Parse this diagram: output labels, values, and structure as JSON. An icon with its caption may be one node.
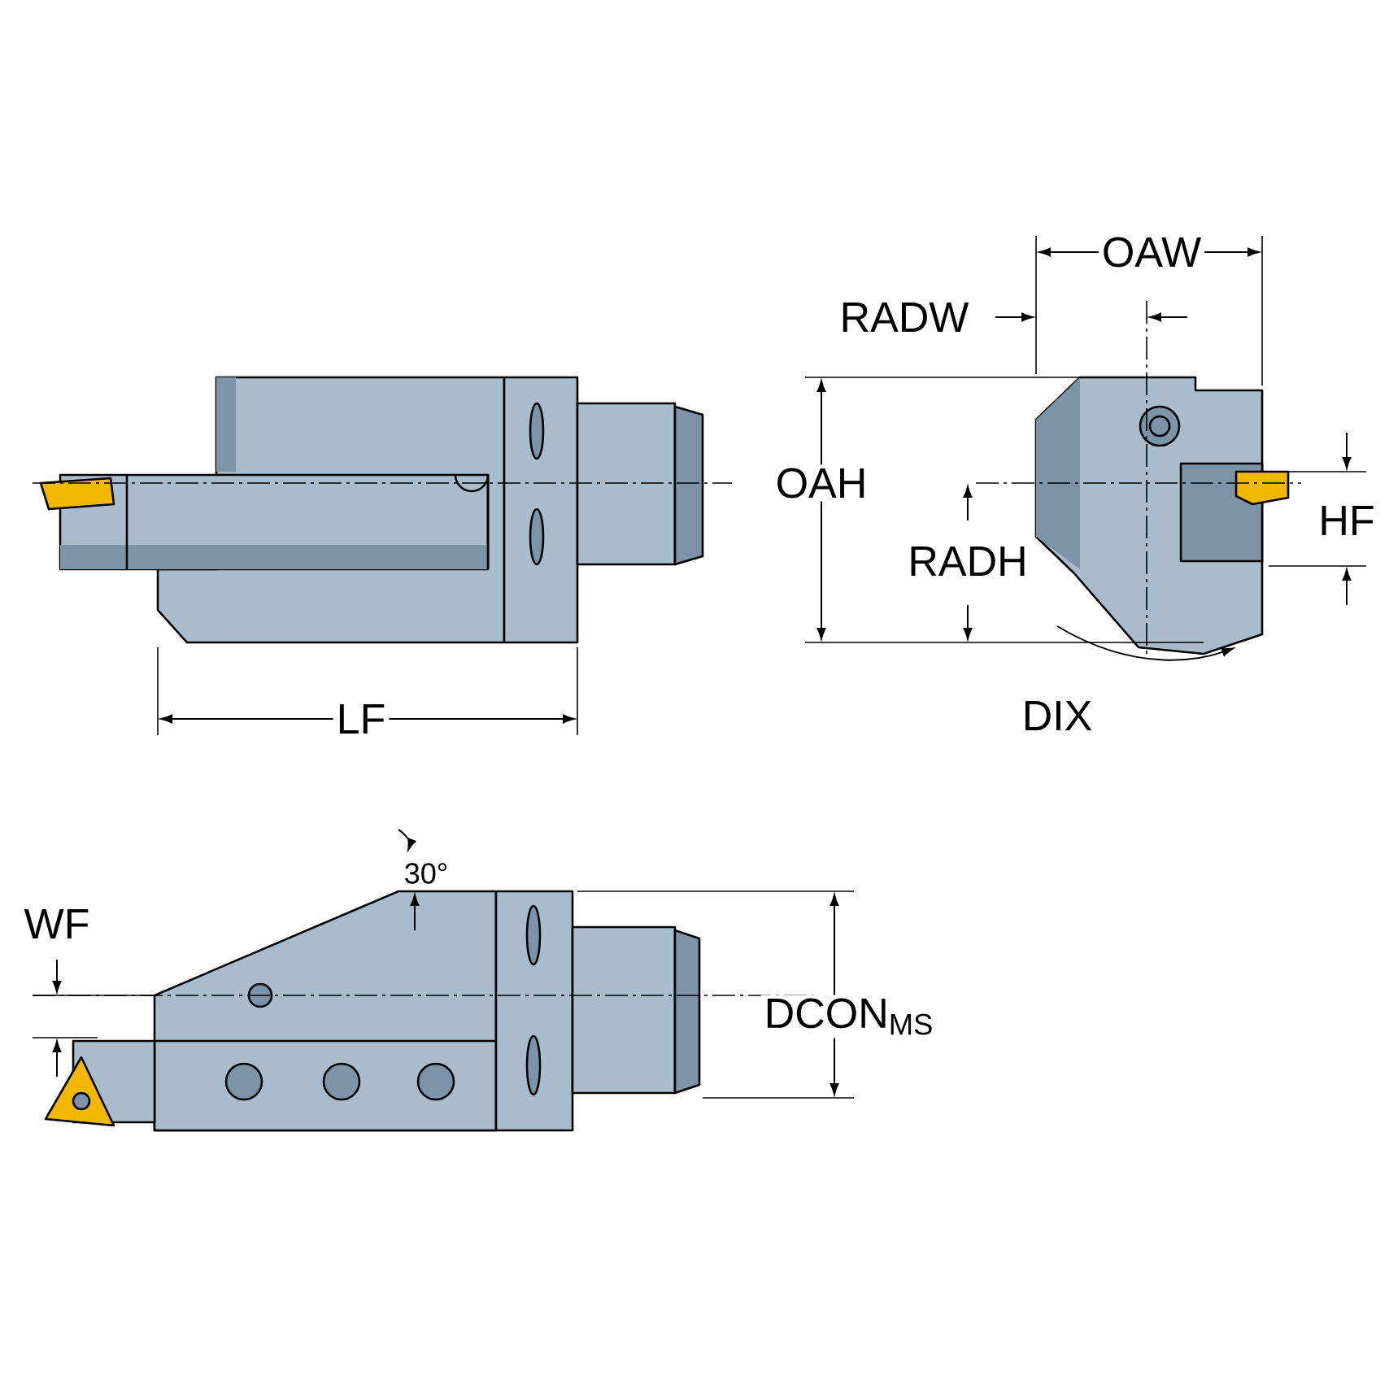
{
  "diagram": {
    "labels": [
      "OAW",
      "RADW",
      "OAH",
      "RADH",
      "HF",
      "DIX",
      "LF",
      "30°",
      "WF",
      "DCON$_{MS}$"
    ]
  }
}
